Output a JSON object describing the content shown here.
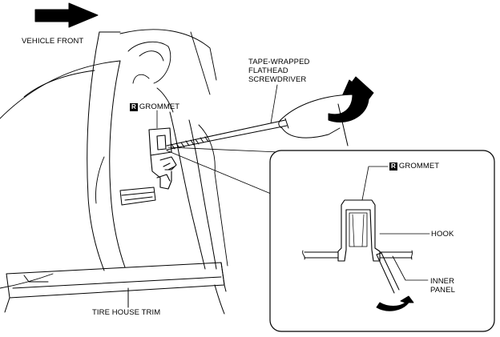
{
  "labels": {
    "vehicle_front": "VEHICLE FRONT",
    "tool_line1": "TAPE-WRAPPED",
    "tool_line2": "FLATHEAD",
    "tool_line3": "SCREWDRIVER",
    "grommet_main": "GROMMET",
    "grommet_badge": "R",
    "tire_house_trim": "TIRE HOUSE TRIM",
    "detail_grommet": "GROMMET",
    "detail_grommet_badge": "R",
    "hook": "HOOK",
    "inner_panel_line1": "INNER",
    "inner_panel_line2": "PANEL"
  },
  "icons": {
    "direction_arrow": "arrow-right-icon",
    "rotation_arrow_main": "curved-arrow-icon",
    "rotation_arrow_detail": "curved-arrow-icon"
  }
}
